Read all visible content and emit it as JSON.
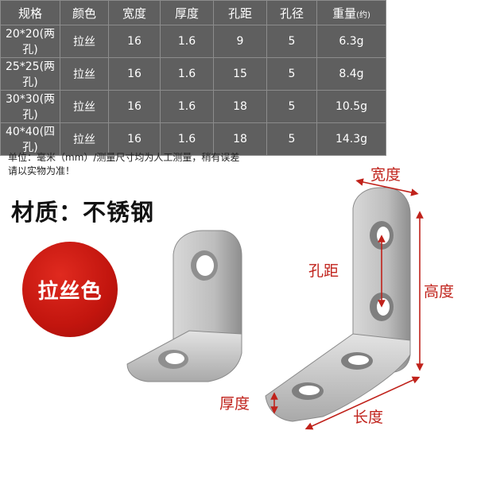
{
  "table": {
    "headers": [
      "规格",
      "颜色",
      "宽度",
      "厚度",
      "孔距",
      "孔径",
      "重量"
    ],
    "weight_unit": "(约)",
    "rows": [
      [
        "20*20(两孔)",
        "拉丝",
        "16",
        "1.6",
        "9",
        "5",
        "6.3g"
      ],
      [
        "25*25(两孔)",
        "拉丝",
        "16",
        "1.6",
        "15",
        "5",
        "8.4g"
      ],
      [
        "30*30(两孔)",
        "拉丝",
        "16",
        "1.6",
        "18",
        "5",
        "10.5g"
      ],
      [
        "40*40(四孔)",
        "拉丝",
        "16",
        "1.6",
        "18",
        "5",
        "14.3g"
      ]
    ]
  },
  "note": {
    "line1": "单位：毫米（mm）/测量尺寸均为人工测量，稍有误差",
    "line2": "请以实物为准！"
  },
  "material": "材质：不锈钢",
  "badge": "拉丝色",
  "dimensions": {
    "width": "宽度",
    "hole_spacing": "孔距",
    "height": "高度",
    "thickness": "厚度",
    "length": "长度"
  },
  "colors": {
    "table_bg": "#5f5f5f",
    "badge_red": "#c2150e",
    "dimension_red": "#c0221b"
  }
}
